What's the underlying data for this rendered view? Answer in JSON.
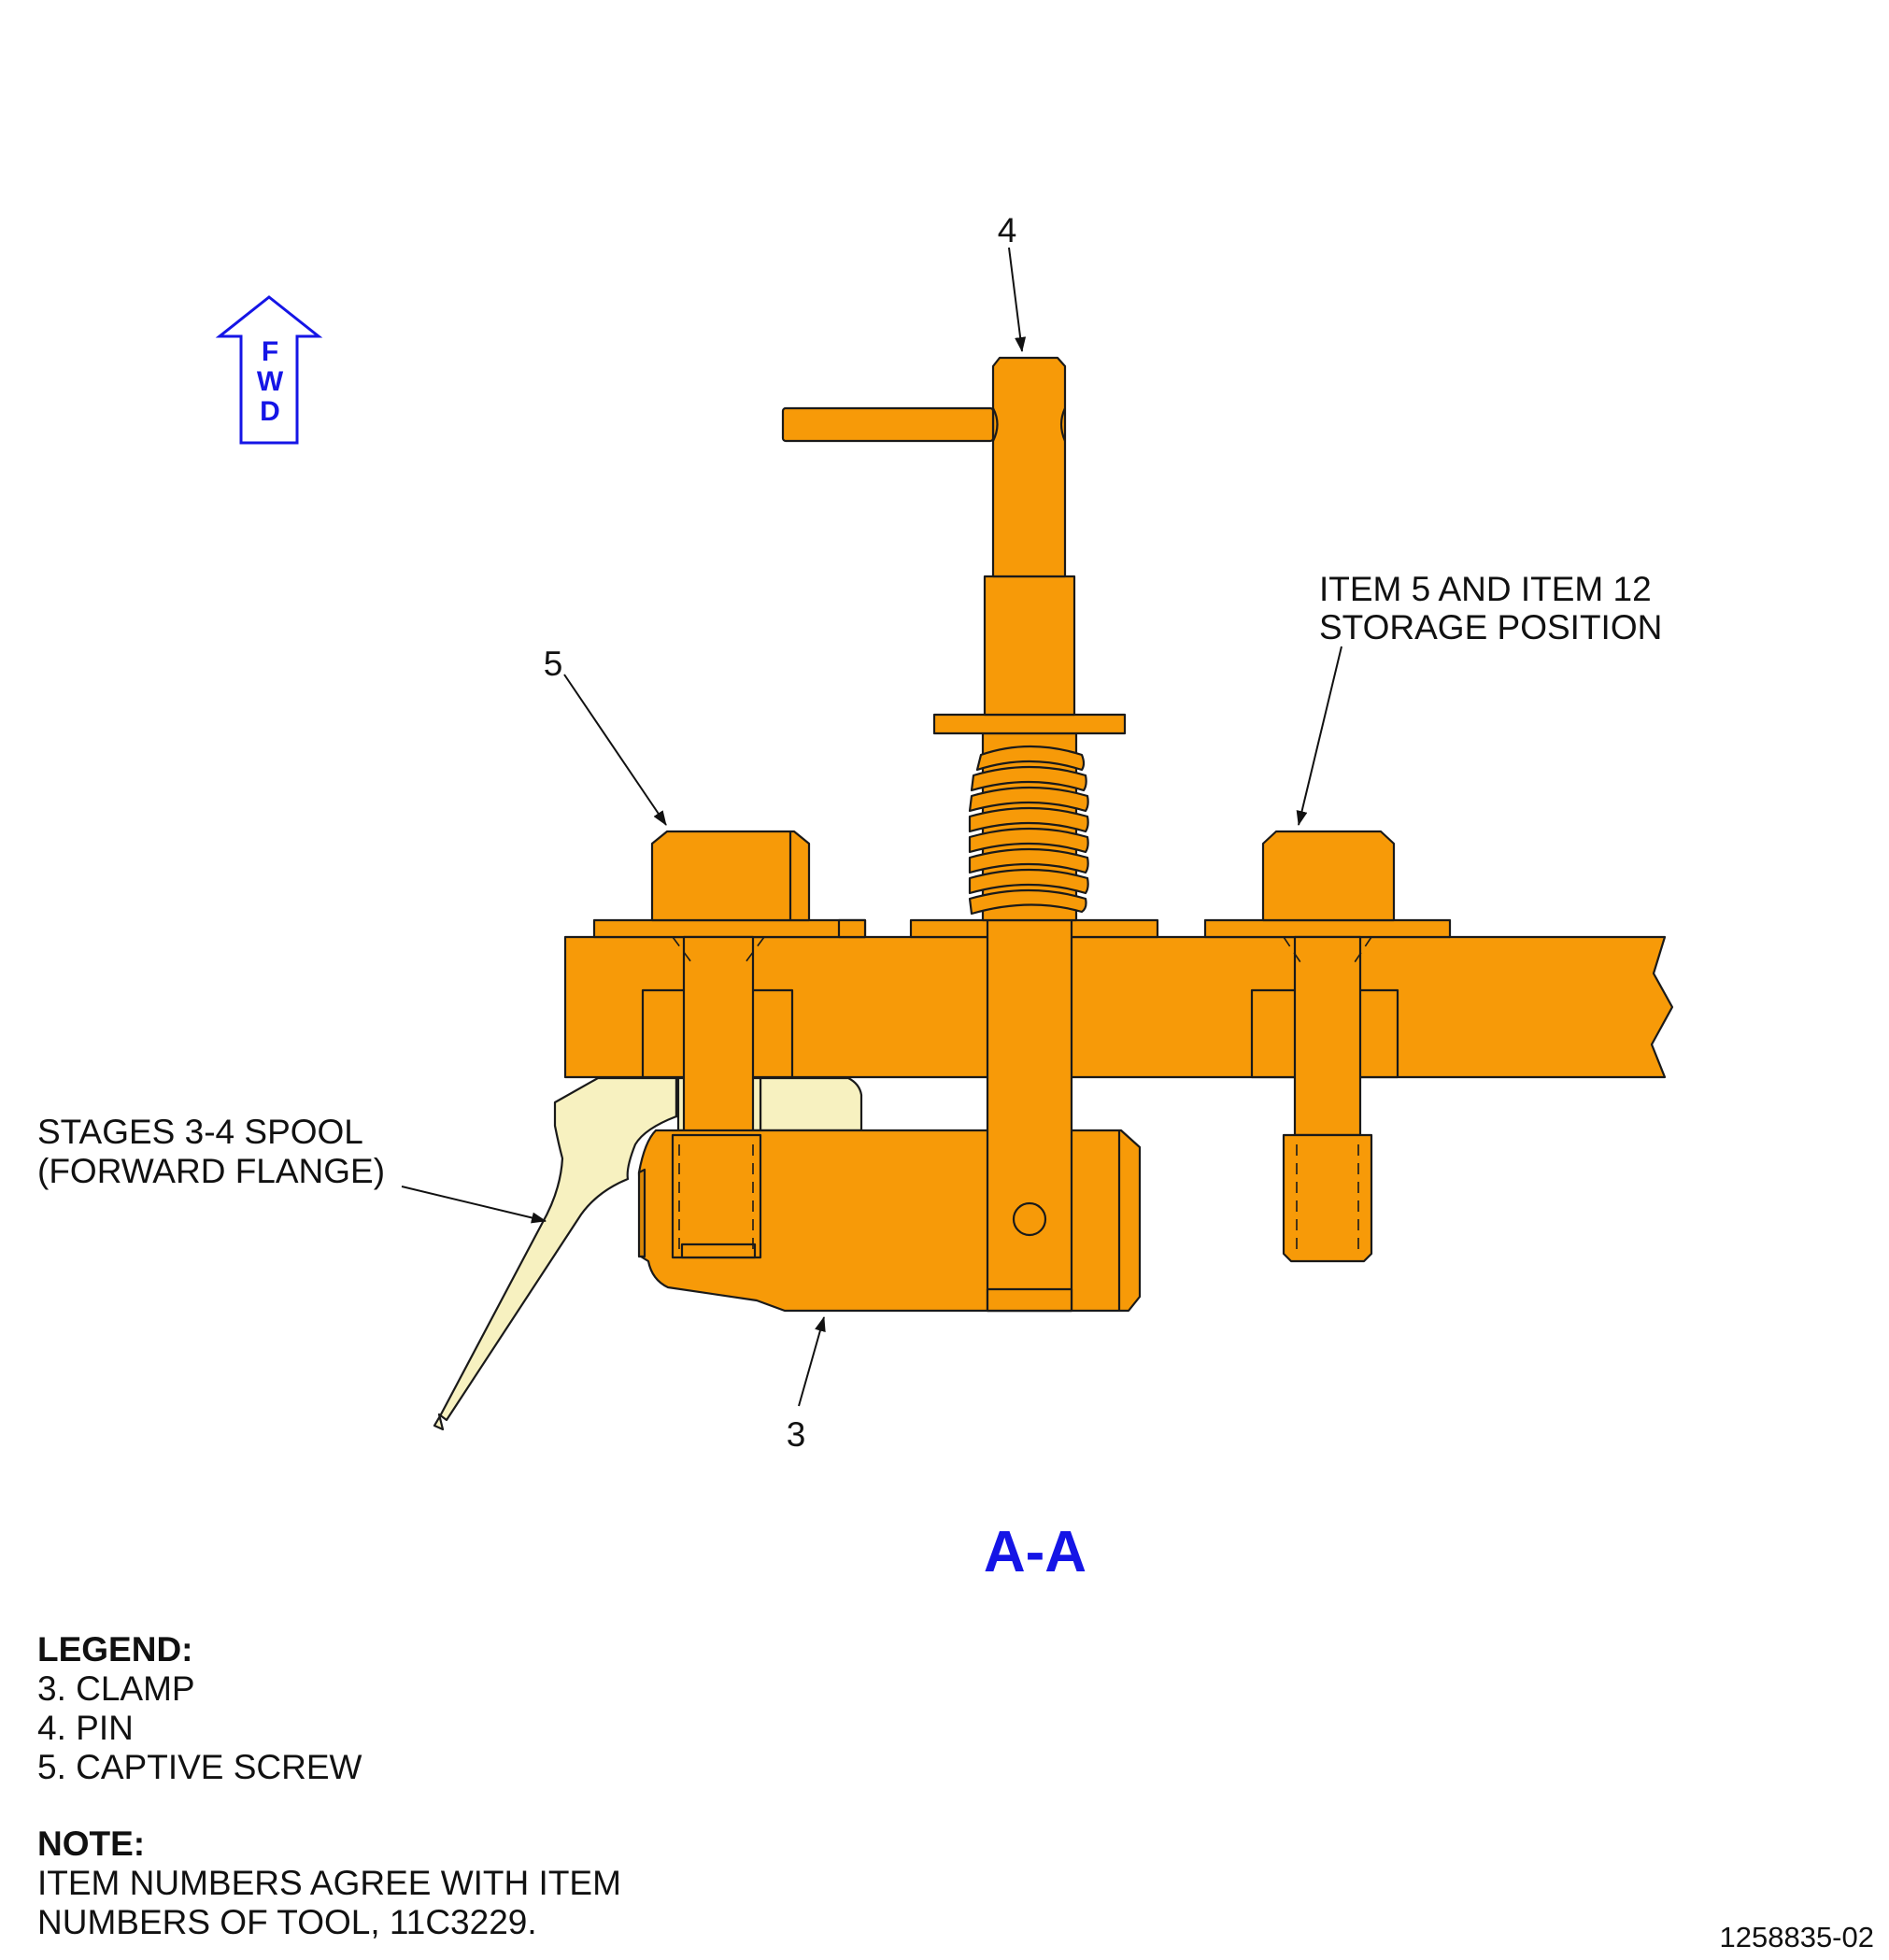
{
  "colors": {
    "part_fill": "#F79A08",
    "spool_fill": "#F7F1C0",
    "accent_blue": "#1515E6",
    "outline": "#1A1A1A"
  },
  "fwd_arrow": {
    "letters": [
      "F",
      "W",
      "D"
    ]
  },
  "callouts": {
    "pin": "4",
    "captive_screw": "5",
    "clamp": "3",
    "storage_line1": "ITEM 5 AND ITEM 12",
    "storage_line2": "STORAGE POSITION",
    "spool_line1": "STAGES 3-4 SPOOL",
    "spool_line2": "(FORWARD FLANGE)"
  },
  "view_title": "A-A",
  "legend": {
    "heading": "LEGEND:",
    "items": [
      "3. CLAMP",
      "4. PIN",
      "5. CAPTIVE SCREW"
    ]
  },
  "note": {
    "heading": "NOTE:",
    "line1": "ITEM NUMBERS AGREE WITH ITEM",
    "line2": "NUMBERS OF TOOL, 11C3229."
  },
  "figure_number": "1258835-02"
}
